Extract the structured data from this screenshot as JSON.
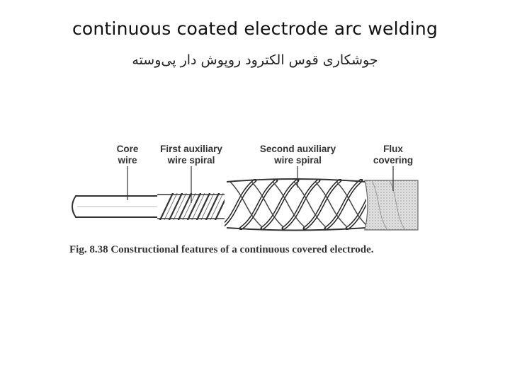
{
  "title": "continuous coated electrode arc welding",
  "subtitle": "جوشکاری قوس الکترود روپوش دار پی‌وسته",
  "figure": {
    "labels": {
      "core_wire": [
        "Core",
        "wire"
      ],
      "first_spiral": [
        "First auxiliary",
        "wire spiral"
      ],
      "second_spiral": [
        "Second auxiliary",
        "wire spiral"
      ],
      "flux": [
        "Flux",
        "covering"
      ]
    },
    "caption": "Fig. 8.38 Constructional features of a continuous covered electrode."
  },
  "colors": {
    "ink": "#2a2a2a",
    "flux_fill": "#d9d9d9"
  }
}
